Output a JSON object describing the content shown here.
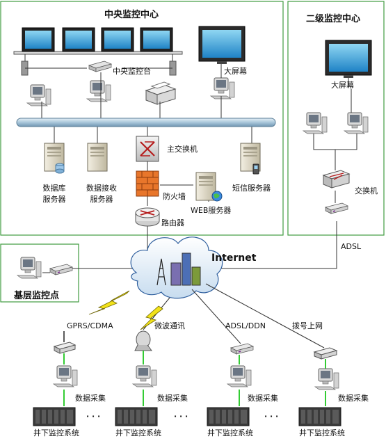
{
  "central": {
    "title": "中央监控中心",
    "console_label": "中央监控台",
    "bigscreen_label": "大屏幕",
    "main_switch_label": "主交换机",
    "firewall_label": "防火墙",
    "router_label": "路由器",
    "db_server_l1": "数据库",
    "db_server_l2": "服务器",
    "recv_server_l1": "数据接收",
    "recv_server_l2": "服务器",
    "sms_server_label": "短信服务器",
    "web_server_label": "WEB服务器"
  },
  "secondary": {
    "title": "二级监控中心",
    "bigscreen_label": "大屏幕",
    "switch_label": "交换机",
    "adsl_label": "ADSL"
  },
  "grassroots": {
    "title": "基层监控点"
  },
  "internet_label": "Internet",
  "links": {
    "gprs": "GPRS/CDMA",
    "microwave": "微波通讯",
    "adsl_ddn": "ADSL/DDN",
    "dialup": "拨号上网"
  },
  "sites": {
    "acquisition": "数据采集",
    "underground": "井下监控系统",
    "ellipsis": "· · ·"
  },
  "colors": {
    "panel_border": "#3f9b3f",
    "bus": "#aac6d8",
    "wire": "#333333",
    "green_link": "#33cc33",
    "lightning": "#f2e21a",
    "firewall": "#e8762b"
  }
}
